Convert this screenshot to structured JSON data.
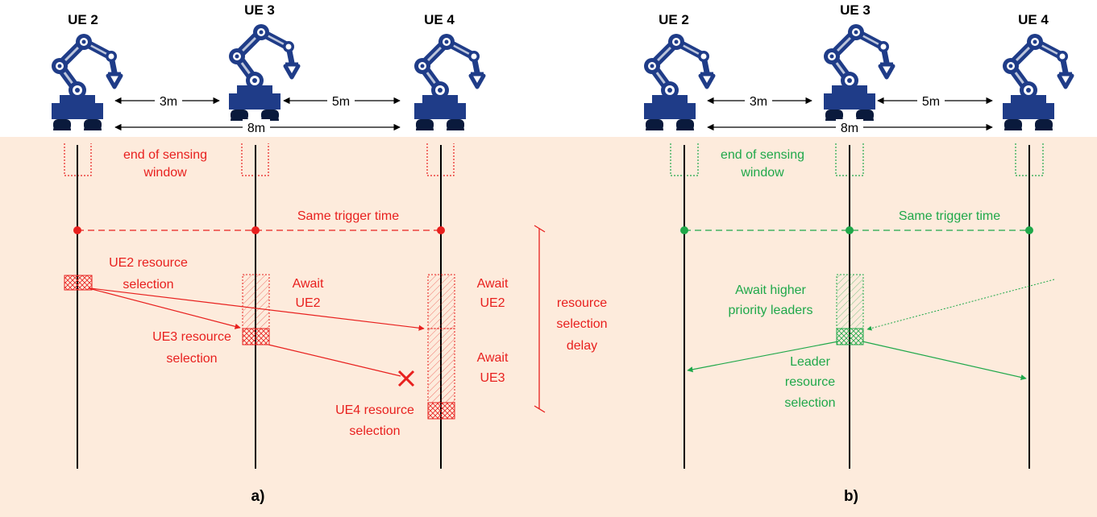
{
  "panels": [
    {
      "panel_label": "a)",
      "ues": [
        "UE 2",
        "UE 3",
        "UE 4"
      ],
      "distances": [
        "3m",
        "5m",
        "8m"
      ],
      "sensing_label": [
        "end of sensing",
        "window"
      ],
      "trigger_label": "Same trigger time",
      "ue2_selection": [
        "UE2 resource",
        "selection"
      ],
      "ue3_await": [
        "Await",
        "UE2"
      ],
      "ue3_selection": [
        "UE3 resource",
        "selection"
      ],
      "ue4_await_ue2": [
        "Await",
        "UE2"
      ],
      "ue4_await_ue3": [
        "Await",
        "UE3"
      ],
      "ue4_selection": [
        "UE4 resource",
        "selection"
      ],
      "delay_label": [
        "resource",
        "selection",
        "delay"
      ],
      "color": "#e8201e"
    },
    {
      "panel_label": "b)",
      "ues": [
        "UE 2",
        "UE 3",
        "UE 4"
      ],
      "distances": [
        "3m",
        "5m",
        "8m"
      ],
      "sensing_label": [
        "end of sensing",
        "window"
      ],
      "trigger_label": "Same trigger time",
      "await_leaders": [
        "Await higher",
        "priority leaders"
      ],
      "leader_selection": [
        "Leader",
        "resource",
        "selection"
      ],
      "color": "#1fa84a"
    }
  ],
  "colors": {
    "background": "#fdebdc",
    "robot": "#1f3c88",
    "wheel": "#0a1a3c",
    "red": "#e8201e",
    "green": "#1fa84a"
  },
  "icons": [
    "robot-arm-icon",
    "cross-icon"
  ]
}
